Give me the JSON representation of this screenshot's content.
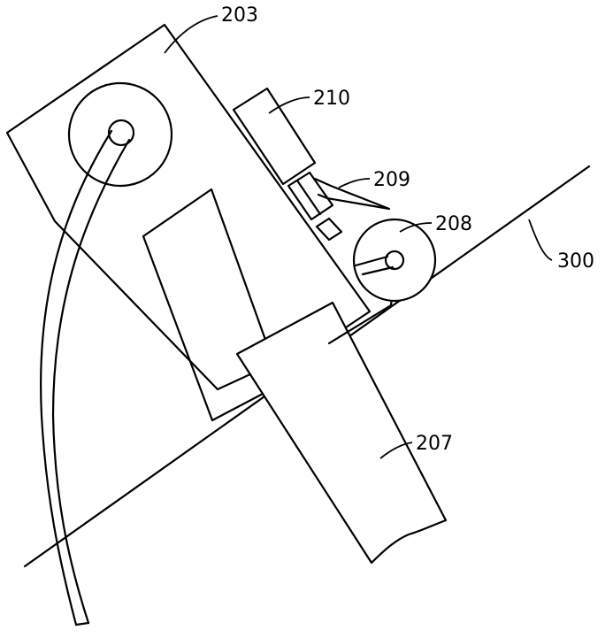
{
  "labels": {
    "main_body": "203",
    "motor_box": "210",
    "latch": "209",
    "roller": "208",
    "surface": "300",
    "arm": "207"
  }
}
